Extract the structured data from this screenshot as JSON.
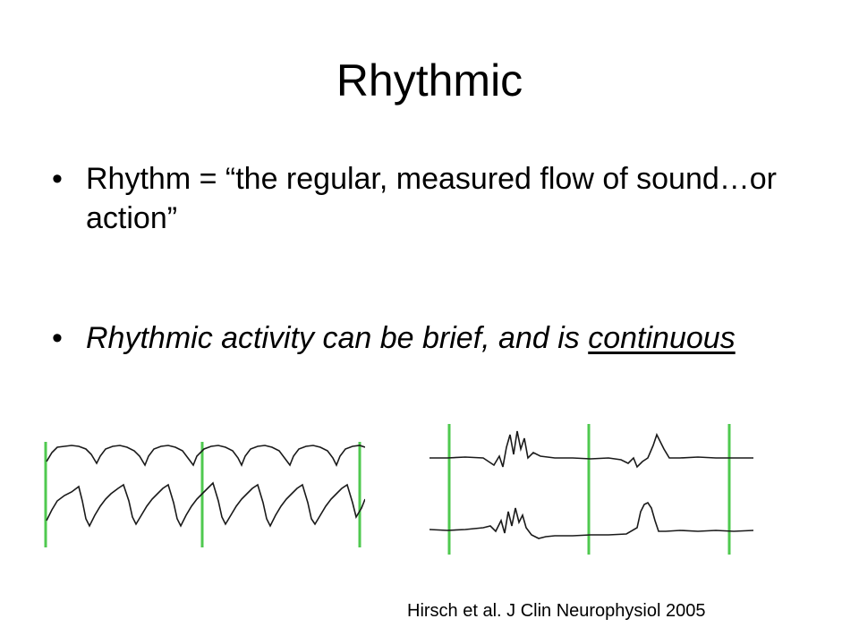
{
  "slide": {
    "title": "Rhythmic",
    "bullets": [
      {
        "marker": "•",
        "text": "Rhythm = “the regular, measured flow of sound…or action”"
      },
      {
        "marker": "•",
        "text_main": "Rhythmic activity can be brief, and is ",
        "text_underlined": "continuous"
      }
    ],
    "citation": "Hirsch et al. J Clin Neurophysiol 2005",
    "colors": {
      "text": "#000000",
      "trace": "#1a1a1a",
      "marker_line": "#4fc94f",
      "background": "#ffffff"
    }
  }
}
